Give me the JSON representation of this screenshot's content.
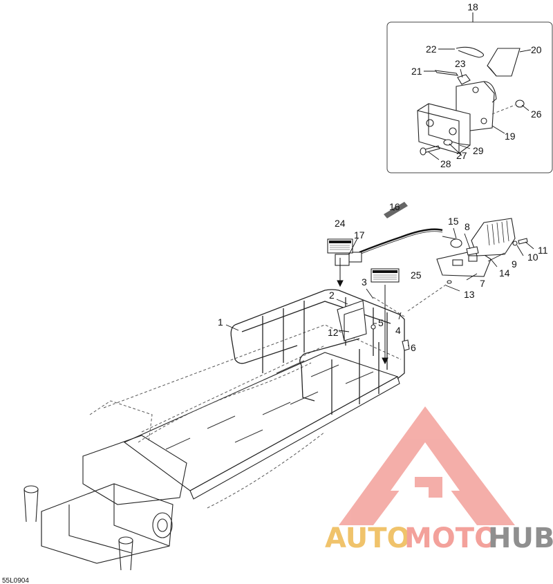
{
  "diagram": {
    "code": "55L0904",
    "watermark": {
      "part1": "AUTO",
      "part2": "MOTO",
      "part3": "HUB",
      "color_accent": "#f3a19b",
      "color_gold": "#f0c36b",
      "color_gray": "#8f8f8f"
    },
    "callouts": [
      "1",
      "2",
      "3",
      "4",
      "5",
      "6",
      "7",
      "8",
      "9",
      "10",
      "11",
      "12",
      "13",
      "14",
      "15",
      "16",
      "17",
      "18",
      "19",
      "20",
      "21",
      "22",
      "23",
      "24",
      "25",
      "26",
      "27",
      "28",
      "29"
    ]
  }
}
